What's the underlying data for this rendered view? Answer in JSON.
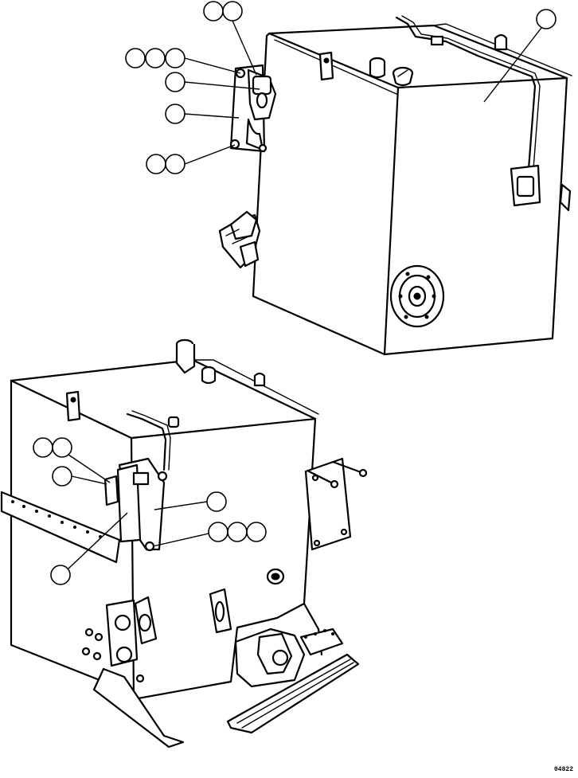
{
  "drawing": {
    "number": "04822",
    "views": [
      "upper-tank-view",
      "lower-tank-view"
    ],
    "callout_groups": {
      "upper": [
        {
          "id": "u1",
          "count": 2
        },
        {
          "id": "u2",
          "count": 1
        },
        {
          "id": "u3",
          "count": 3
        },
        {
          "id": "u4",
          "count": 1
        },
        {
          "id": "u5",
          "count": 1
        },
        {
          "id": "u6",
          "count": 2
        }
      ],
      "lower": [
        {
          "id": "l1",
          "count": 2
        },
        {
          "id": "l2",
          "count": 1
        },
        {
          "id": "l3",
          "count": 1
        },
        {
          "id": "l4",
          "count": 3
        },
        {
          "id": "l5",
          "count": 1
        }
      ]
    }
  }
}
